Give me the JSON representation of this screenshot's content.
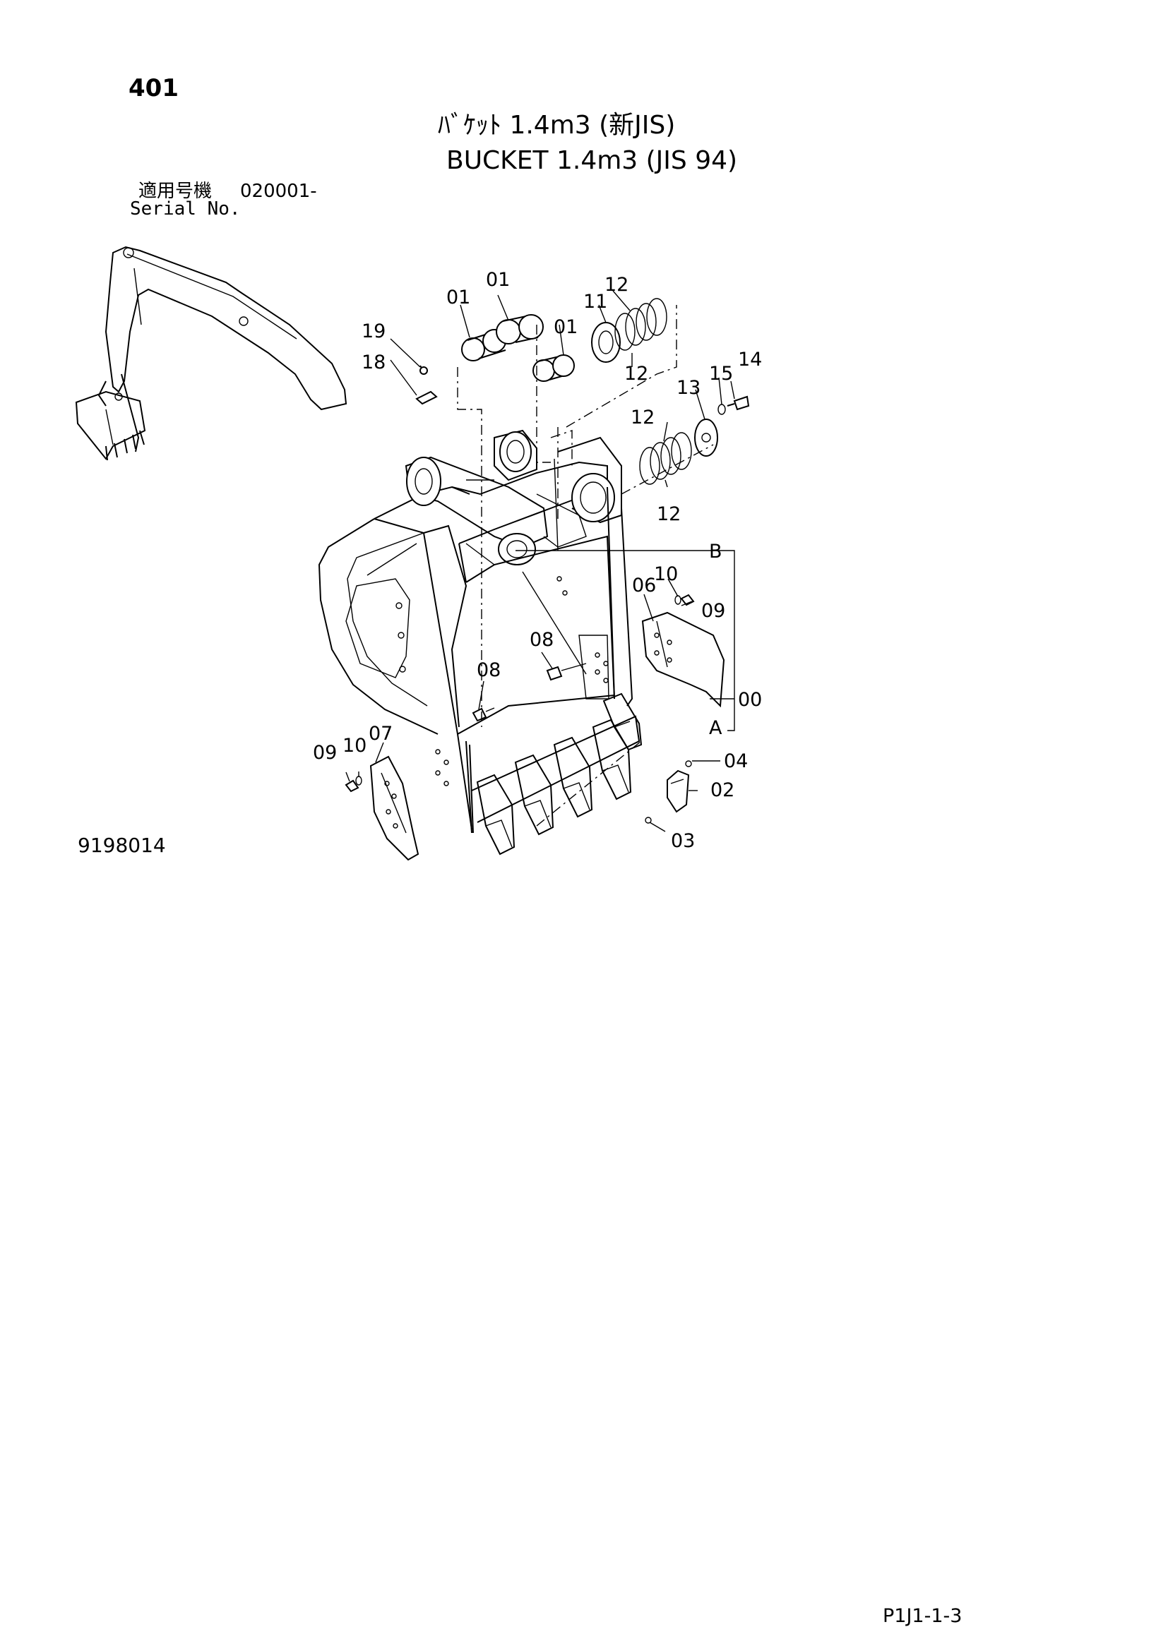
{
  "header": {
    "page_number": "401",
    "title_jp": "ﾊﾞｹｯﾄ 1.4m3 (新JIS)",
    "title_en": "BUCKET 1.4m3 (JIS 94)",
    "serial_label_jp": "適用号機",
    "serial_value": "020001-",
    "serial_label_en": "Serial No."
  },
  "footer": {
    "drawing_id": "9198014",
    "page_code": "P1J1-1-3"
  },
  "callouts": [
    {
      "id": "c01a",
      "label": "01"
    },
    {
      "id": "c01b",
      "label": "01"
    },
    {
      "id": "c01c",
      "label": "01"
    },
    {
      "id": "c11",
      "label": "11"
    },
    {
      "id": "c12a",
      "label": "12"
    },
    {
      "id": "c12b",
      "label": "12"
    },
    {
      "id": "c12c",
      "label": "12"
    },
    {
      "id": "c12d",
      "label": "12"
    },
    {
      "id": "c13",
      "label": "13"
    },
    {
      "id": "c14",
      "label": "14"
    },
    {
      "id": "c15",
      "label": "15"
    },
    {
      "id": "c18",
      "label": "18"
    },
    {
      "id": "c19",
      "label": "19"
    },
    {
      "id": "c06",
      "label": "06"
    },
    {
      "id": "c10a",
      "label": "10"
    },
    {
      "id": "c09a",
      "label": "09"
    },
    {
      "id": "c08a",
      "label": "08"
    },
    {
      "id": "c08b",
      "label": "08"
    },
    {
      "id": "c00",
      "label": "00"
    },
    {
      "id": "cB",
      "label": "B"
    },
    {
      "id": "cA",
      "label": "A"
    },
    {
      "id": "c04",
      "label": "04"
    },
    {
      "id": "c02",
      "label": "02"
    },
    {
      "id": "c03",
      "label": "03"
    },
    {
      "id": "c09b",
      "label": "09"
    },
    {
      "id": "c10b",
      "label": "10"
    },
    {
      "id": "c07",
      "label": "07"
    }
  ]
}
